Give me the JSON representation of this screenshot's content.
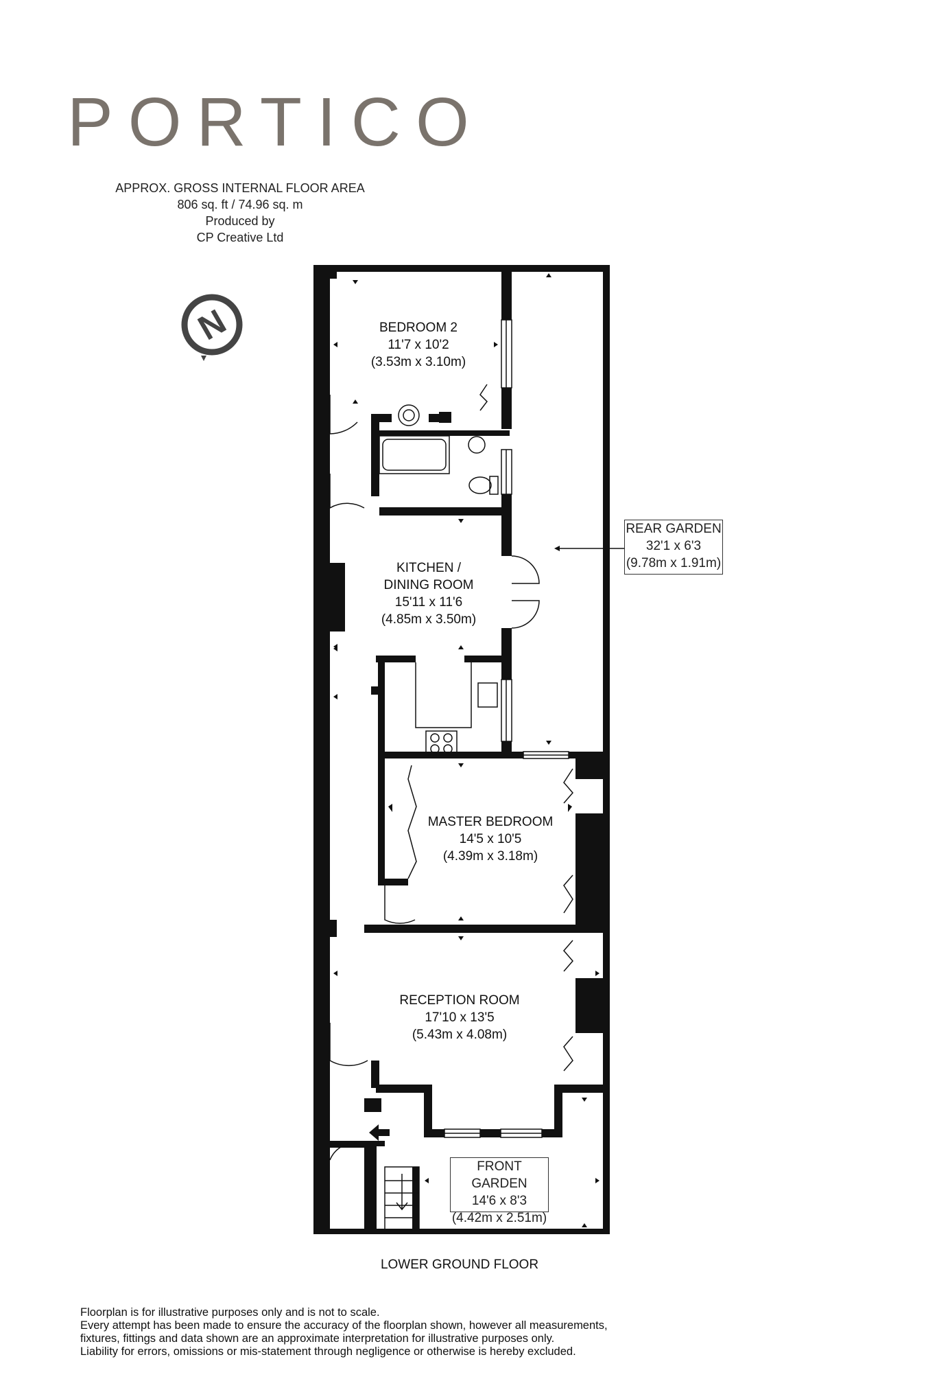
{
  "brand": {
    "name": "PORTICO"
  },
  "area": {
    "line1": "APPROX. GROSS INTERNAL FLOOR AREA",
    "line2": "806 sq. ft / 74.96 sq. m",
    "line3": "Produced by",
    "line4": "CP Creative Ltd"
  },
  "compass": {
    "letter": "N",
    "icon": "north-compass-icon"
  },
  "rooms": {
    "bedroom2": {
      "name": "BEDROOM 2",
      "imperial": "11'7 x 10'2",
      "metric": "(3.53m x 3.10m)"
    },
    "kitchen": {
      "name1": "KITCHEN /",
      "name2": "DINING ROOM",
      "imperial": "15'11 x 11'6",
      "metric": "(4.85m x 3.50m)"
    },
    "master": {
      "name": "MASTER BEDROOM",
      "imperial": "14'5 x 10'5",
      "metric": "(4.39m x 3.18m)"
    },
    "reception": {
      "name": "RECEPTION ROOM",
      "imperial": "17'10 x 13'5",
      "metric": "(5.43m x 4.08m)"
    },
    "rear_garden": {
      "name": "REAR GARDEN",
      "imperial": "32'1 x 6'3",
      "metric": "(9.78m x 1.91m)"
    },
    "front_garden": {
      "name": "FRONT GARDEN",
      "imperial": "14'6 x 8'3",
      "metric": "(4.42m x 2.51m)"
    }
  },
  "floor": {
    "title": "LOWER GROUND FLOOR"
  },
  "disclaimer": {
    "line1": "Floorplan is for illustrative purposes only and is not to scale.",
    "line2": "Every attempt has been made to ensure the accuracy of the floorplan shown, however all measurements,",
    "line3": "fixtures, fittings and data shown are an approximate interpretation for illustrative purposes only.",
    "line4": "Liability for errors, omissions or mis-statement through negligence or otherwise is hereby excluded."
  },
  "colors": {
    "wall": "#111111",
    "brand": "#7a736c",
    "compass": "#444444"
  }
}
